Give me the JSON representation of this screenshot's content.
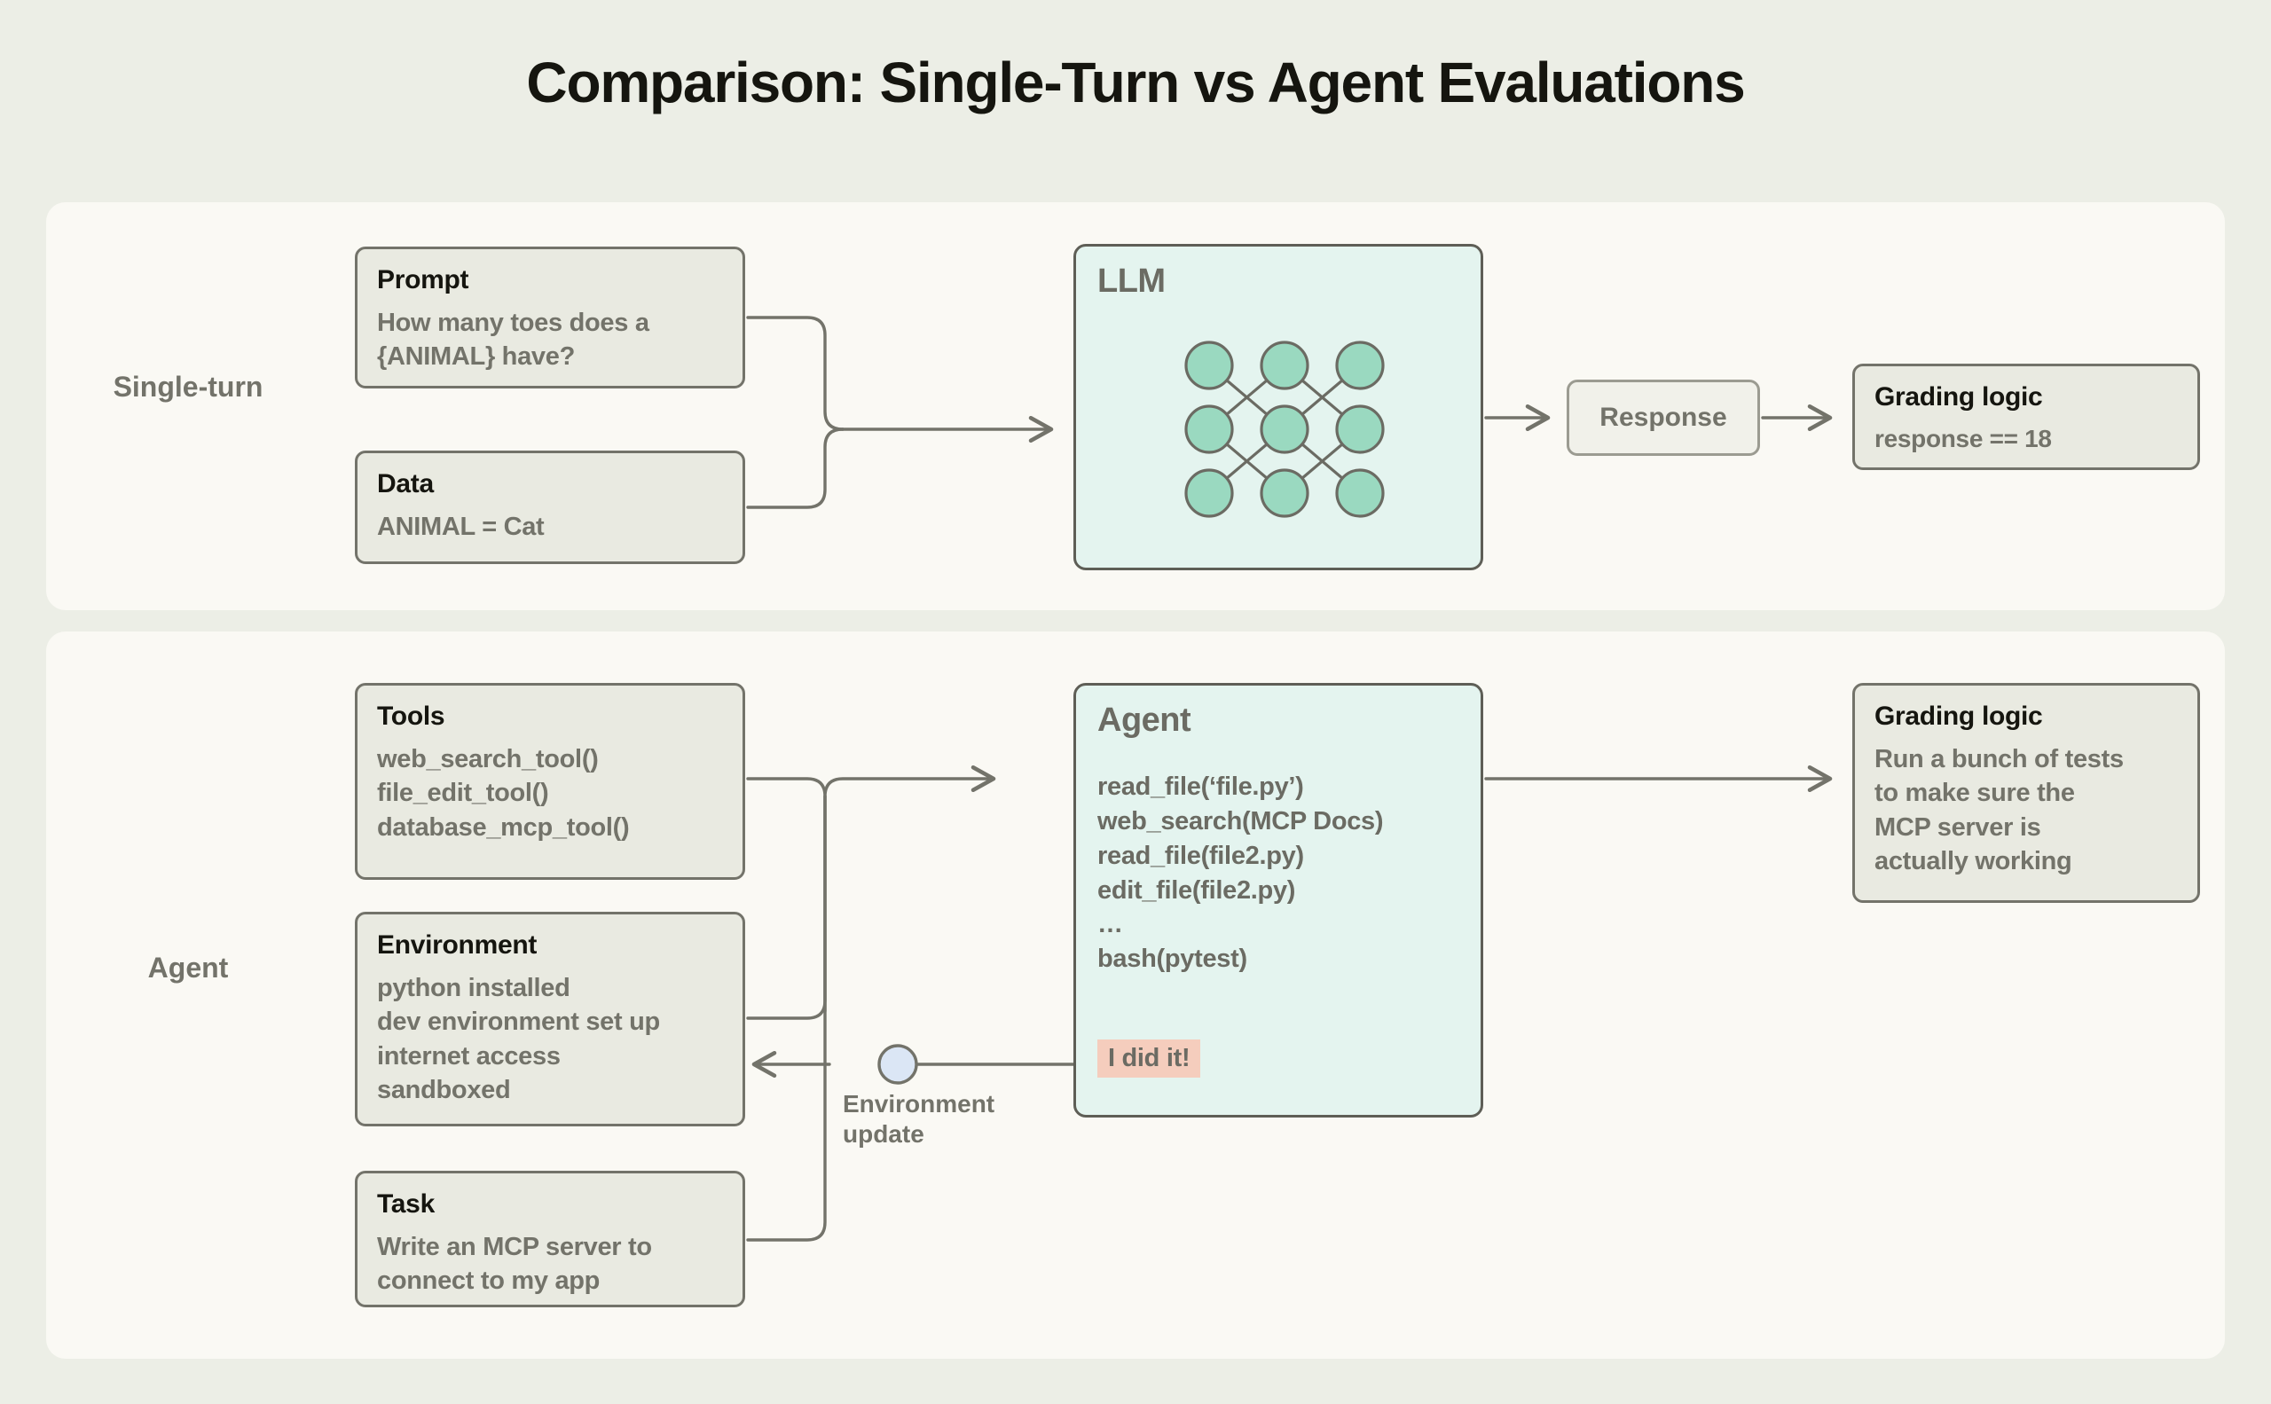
{
  "title": "Comparison: Single-Turn vs Agent Evaluations",
  "colors": {
    "page_background": "#eceee6",
    "panel_background": "#faf9f4",
    "box_fill": "#e9eae1",
    "box_border": "#73736a",
    "accent_mint_fill": "#9ad9c0",
    "accent_mint_panel": "#e4f4ef",
    "badge_pink": "#f5cdbd",
    "node_blue": "#dbe6f5",
    "text_dark": "#15150f",
    "text_gray": "#73736a",
    "wire": "#73736a"
  },
  "sections": {
    "single_turn": {
      "label": "Single-turn",
      "prompt": {
        "title": "Prompt",
        "body": "How many toes does a\n{ANIMAL} have?"
      },
      "data": {
        "title": "Data",
        "body": "ANIMAL = Cat"
      },
      "llm": {
        "title": "LLM",
        "node_rows": 3,
        "node_cols": 3
      },
      "response": {
        "label": "Response"
      },
      "grading": {
        "title": "Grading logic",
        "body": "response == 18"
      }
    },
    "agent": {
      "label": "Agent",
      "tools": {
        "title": "Tools",
        "body": "web_search_tool()\nfile_edit_tool()\ndatabase_mcp_tool()"
      },
      "environment": {
        "title": "Environment",
        "body": "python installed\ndev environment set up\ninternet access\nsandboxed"
      },
      "task": {
        "title": "Task",
        "body": "Write an MCP server to\nconnect to my app"
      },
      "agent_card": {
        "title": "Agent",
        "trace": "read_file(‘file.py’)\nweb_search(MCP Docs)\nread_file(file2.py)\nedit_file(file2.py)\n…\nbash(pytest)",
        "badge": "I did it!"
      },
      "feedback": {
        "label": "Environment\nupdate"
      },
      "grading": {
        "title": "Grading logic",
        "body": "Run a bunch of tests\nto make sure the\nMCP server is\nactually working"
      }
    }
  }
}
